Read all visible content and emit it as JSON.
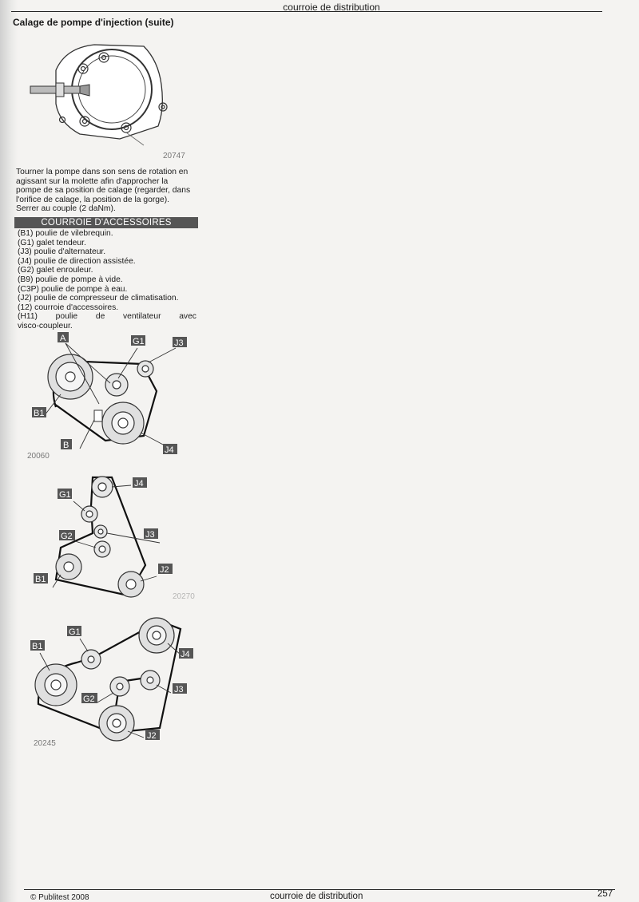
{
  "header": {
    "title": "courroie de distribution"
  },
  "section_title": "Calage de pompe d'injection (suite)",
  "figure1": {
    "ref": "20747"
  },
  "paragraph": [
    "Tourner la pompe dans son sens de rotation en",
    "agissant sur la molette afin d'approcher la",
    "pompe de sa position de calage (regarder, dans",
    "l'orifice de calage, la position de la gorge).",
    "Serrer au couple (2 daNm)."
  ],
  "band_title": "COURROIE D'ACCESSOIRES",
  "legend": [
    "(B1) poulie de vilebrequin.",
    "(G1) galet tendeur.",
    "(J3) poulie d'alternateur.",
    "(J4) poulie de direction assistée.",
    "(G2) galet enrouleur.",
    "(B9) poulie de pompe à vide.",
    "(C3P) poulie de pompe à eau.",
    "(J2) poulie de compresseur de climatisation.",
    "(12) courroie d'accessoires."
  ],
  "legend_last": {
    "words": [
      "(H11)",
      "poulie",
      "de",
      "ventilateur",
      "avec"
    ],
    "line2": "visco-coupleur."
  },
  "figure2": {
    "ref": "20060",
    "labels": [
      "A",
      "G1",
      "J3",
      "B1",
      "B",
      "J4"
    ]
  },
  "figure3": {
    "ref": "20270",
    "labels": [
      "J4",
      "G1",
      "J3",
      "G2",
      "J2",
      "B1"
    ]
  },
  "figure4": {
    "ref": "20245",
    "labels": [
      "G1",
      "B1",
      "J4",
      "J3",
      "G2",
      "J2"
    ]
  },
  "footer": {
    "copyright": "© Publitest 2008",
    "title": "courroie de distribution",
    "page_number": "257"
  }
}
